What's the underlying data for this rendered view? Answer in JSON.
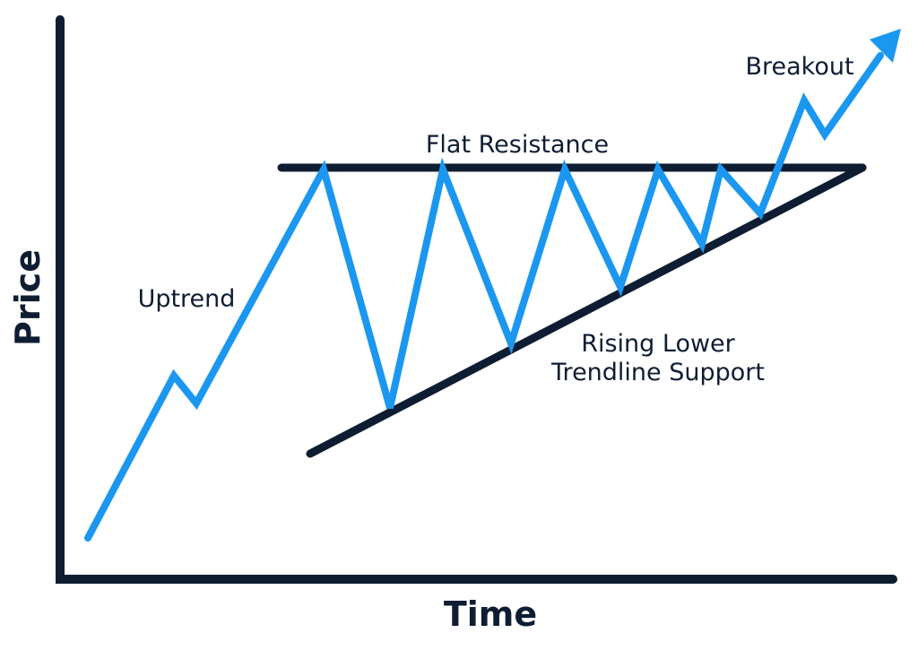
{
  "diagram": {
    "x_axis_label": "Time",
    "y_axis_label": "Price",
    "annotations": {
      "uptrend": "Uptrend",
      "flat_resistance": "Flat Resistance",
      "rising_support_line1": "Rising Lower",
      "rising_support_line2": "Trendline Support",
      "breakout": "Breakout"
    },
    "colors": {
      "price_line": "#1b97f0",
      "axes_and_trendlines": "#0f1d33",
      "background": "#ffffff"
    }
  }
}
